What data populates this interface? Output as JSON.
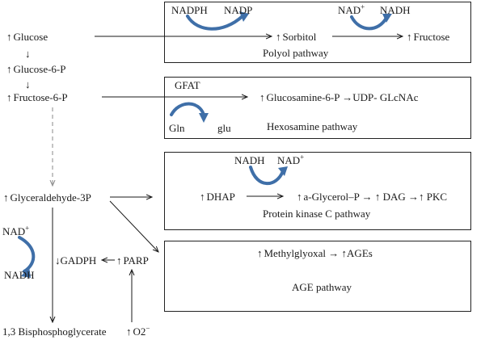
{
  "colors": {
    "curved_arrow": "#3f6fa8",
    "line": "#1a1a1a",
    "dashed_line": "#8a8a8a",
    "box_border": "#222222"
  },
  "left_column": {
    "glucose": "Glucose",
    "g6p": "Glucose-6-P",
    "f6p": "Fructose-6-P",
    "g3p": "Glyceraldehyde-3P",
    "nad_plus": "NAD",
    "nad_plus_sup": "+",
    "nadh": "NADH",
    "gadph": "GADPH",
    "parp": "PARP",
    "bpg": "1,3 Bisphosphoglycerate",
    "o2": "O2",
    "o2_sup": "−"
  },
  "polyol": {
    "nadph": "NADPH",
    "nadp": "NADP",
    "nad_plus": "NAD",
    "nad_plus_sup": "+",
    "nadh": "NADH",
    "sorbitol": "Sorbitol",
    "fructose": "Fructose",
    "title": "Polyol pathway"
  },
  "hexosamine": {
    "gfat": "GFAT",
    "product": "Glucosamine-6-P →UDP- GLcNAc",
    "gln": "Gln",
    "glu": "glu",
    "title": "Hexosamine pathway"
  },
  "pkc": {
    "nadh": "NADH",
    "nad_plus": "NAD",
    "nad_plus_sup": "+",
    "dhap": "DHAP",
    "chain": "a-Glycerol–P → ↑ DAG →↑ PKC",
    "title": "Protein kinase C pathway"
  },
  "age": {
    "chain": "Methylglyoxal  → ↑AGEs",
    "title": "AGE pathway"
  },
  "icons": {
    "up_arrow": "up-arrow-icon",
    "down_arrow": "down-arrow-icon",
    "curved_arrow": "curved-arrow-icon"
  }
}
